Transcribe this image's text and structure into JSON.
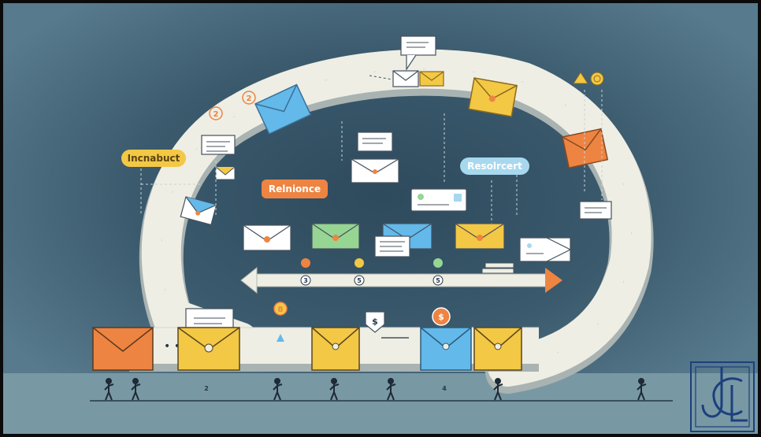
{
  "labels": {
    "left_pill": "Incnabuct",
    "center_pill": "Relnionce",
    "right_pill": "Resolrcert"
  },
  "badges": {
    "top_a": "2",
    "top_b": "2",
    "bottom_8": "8",
    "dollar": "$"
  },
  "timeline": {
    "arrow_numbers": [
      "3",
      "5",
      "5"
    ],
    "bottom_numbers": [
      "2",
      "4"
    ]
  },
  "colors": {
    "background": "#4d6d80",
    "track": "#eeeee4",
    "orange": "#ee8442",
    "yellow": "#f3c845",
    "blue": "#63b9ea",
    "green": "#97d593",
    "logo": "#1c3f7d"
  },
  "logo": {
    "text": "JCL"
  }
}
